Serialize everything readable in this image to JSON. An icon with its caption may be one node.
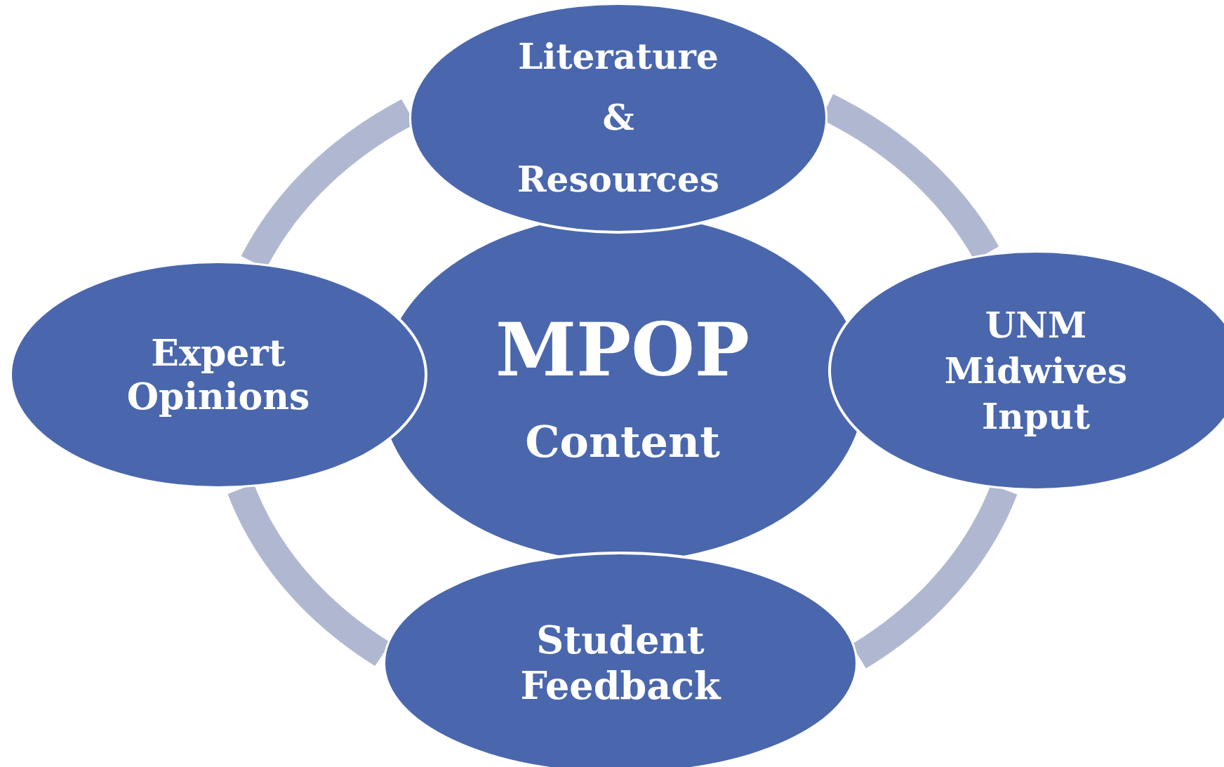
{
  "diagram": {
    "nodes": [
      {
        "text": [
          "Literature & Resources"
        ]
      },
      {
        "text": [
          "Expert Opinions"
        ]
      },
      {
        "text": [
          "MPOP",
          "Content"
        ]
      },
      {
        "text": [
          "UNM Midwives Input"
        ]
      },
      {
        "text": [
          "Student Feedback"
        ]
      }
    ],
    "edges": [
      {
        "from": 0,
        "to": 3,
        "arrow": "none"
      },
      {
        "from": 3,
        "to": 4,
        "arrow": "none"
      },
      {
        "from": 4,
        "to": 1,
        "arrow": "none"
      },
      {
        "from": 1,
        "to": 0,
        "arrow": "none"
      }
    ]
  }
}
